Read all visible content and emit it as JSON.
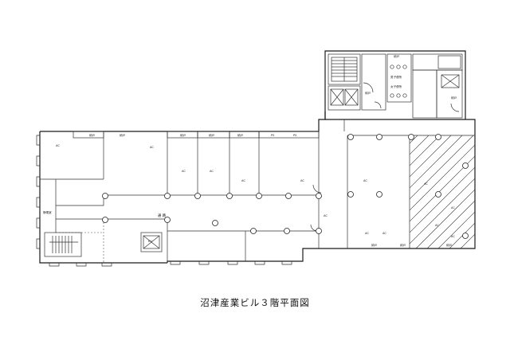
{
  "caption": "沼津産業ビル３階平面図",
  "labels": {
    "ac": "AC",
    "storage": "納戸",
    "switch_room": "静電室",
    "corridor": "通 路",
    "ev": "EV",
    "mens_wc": "男子便所",
    "womens_wc": "女子便所",
    "ps": "PS"
  },
  "icons": {
    "stair": "stair-icon",
    "elevator": "elevator-icon",
    "column": "column-icon",
    "door": "door-swing-icon",
    "toilet": "toilet-icon"
  }
}
